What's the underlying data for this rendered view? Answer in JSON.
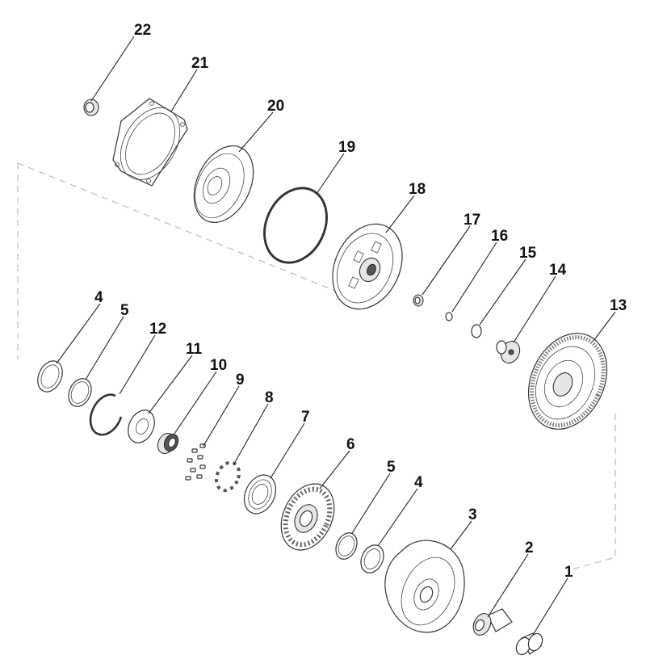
{
  "diagram": {
    "labels": [
      "22",
      "21",
      "20",
      "19",
      "18",
      "17",
      "16",
      "15",
      "14",
      "13",
      "4",
      "5",
      "12",
      "11",
      "10",
      "9",
      "8",
      "7",
      "6",
      "5",
      "4",
      "3",
      "2",
      "1"
    ],
    "colors": {
      "line": "#222222",
      "part_fill": "#ffffff",
      "shade": "#e6e6e6",
      "text": "#111111",
      "dash": "#bbbbbb"
    }
  }
}
